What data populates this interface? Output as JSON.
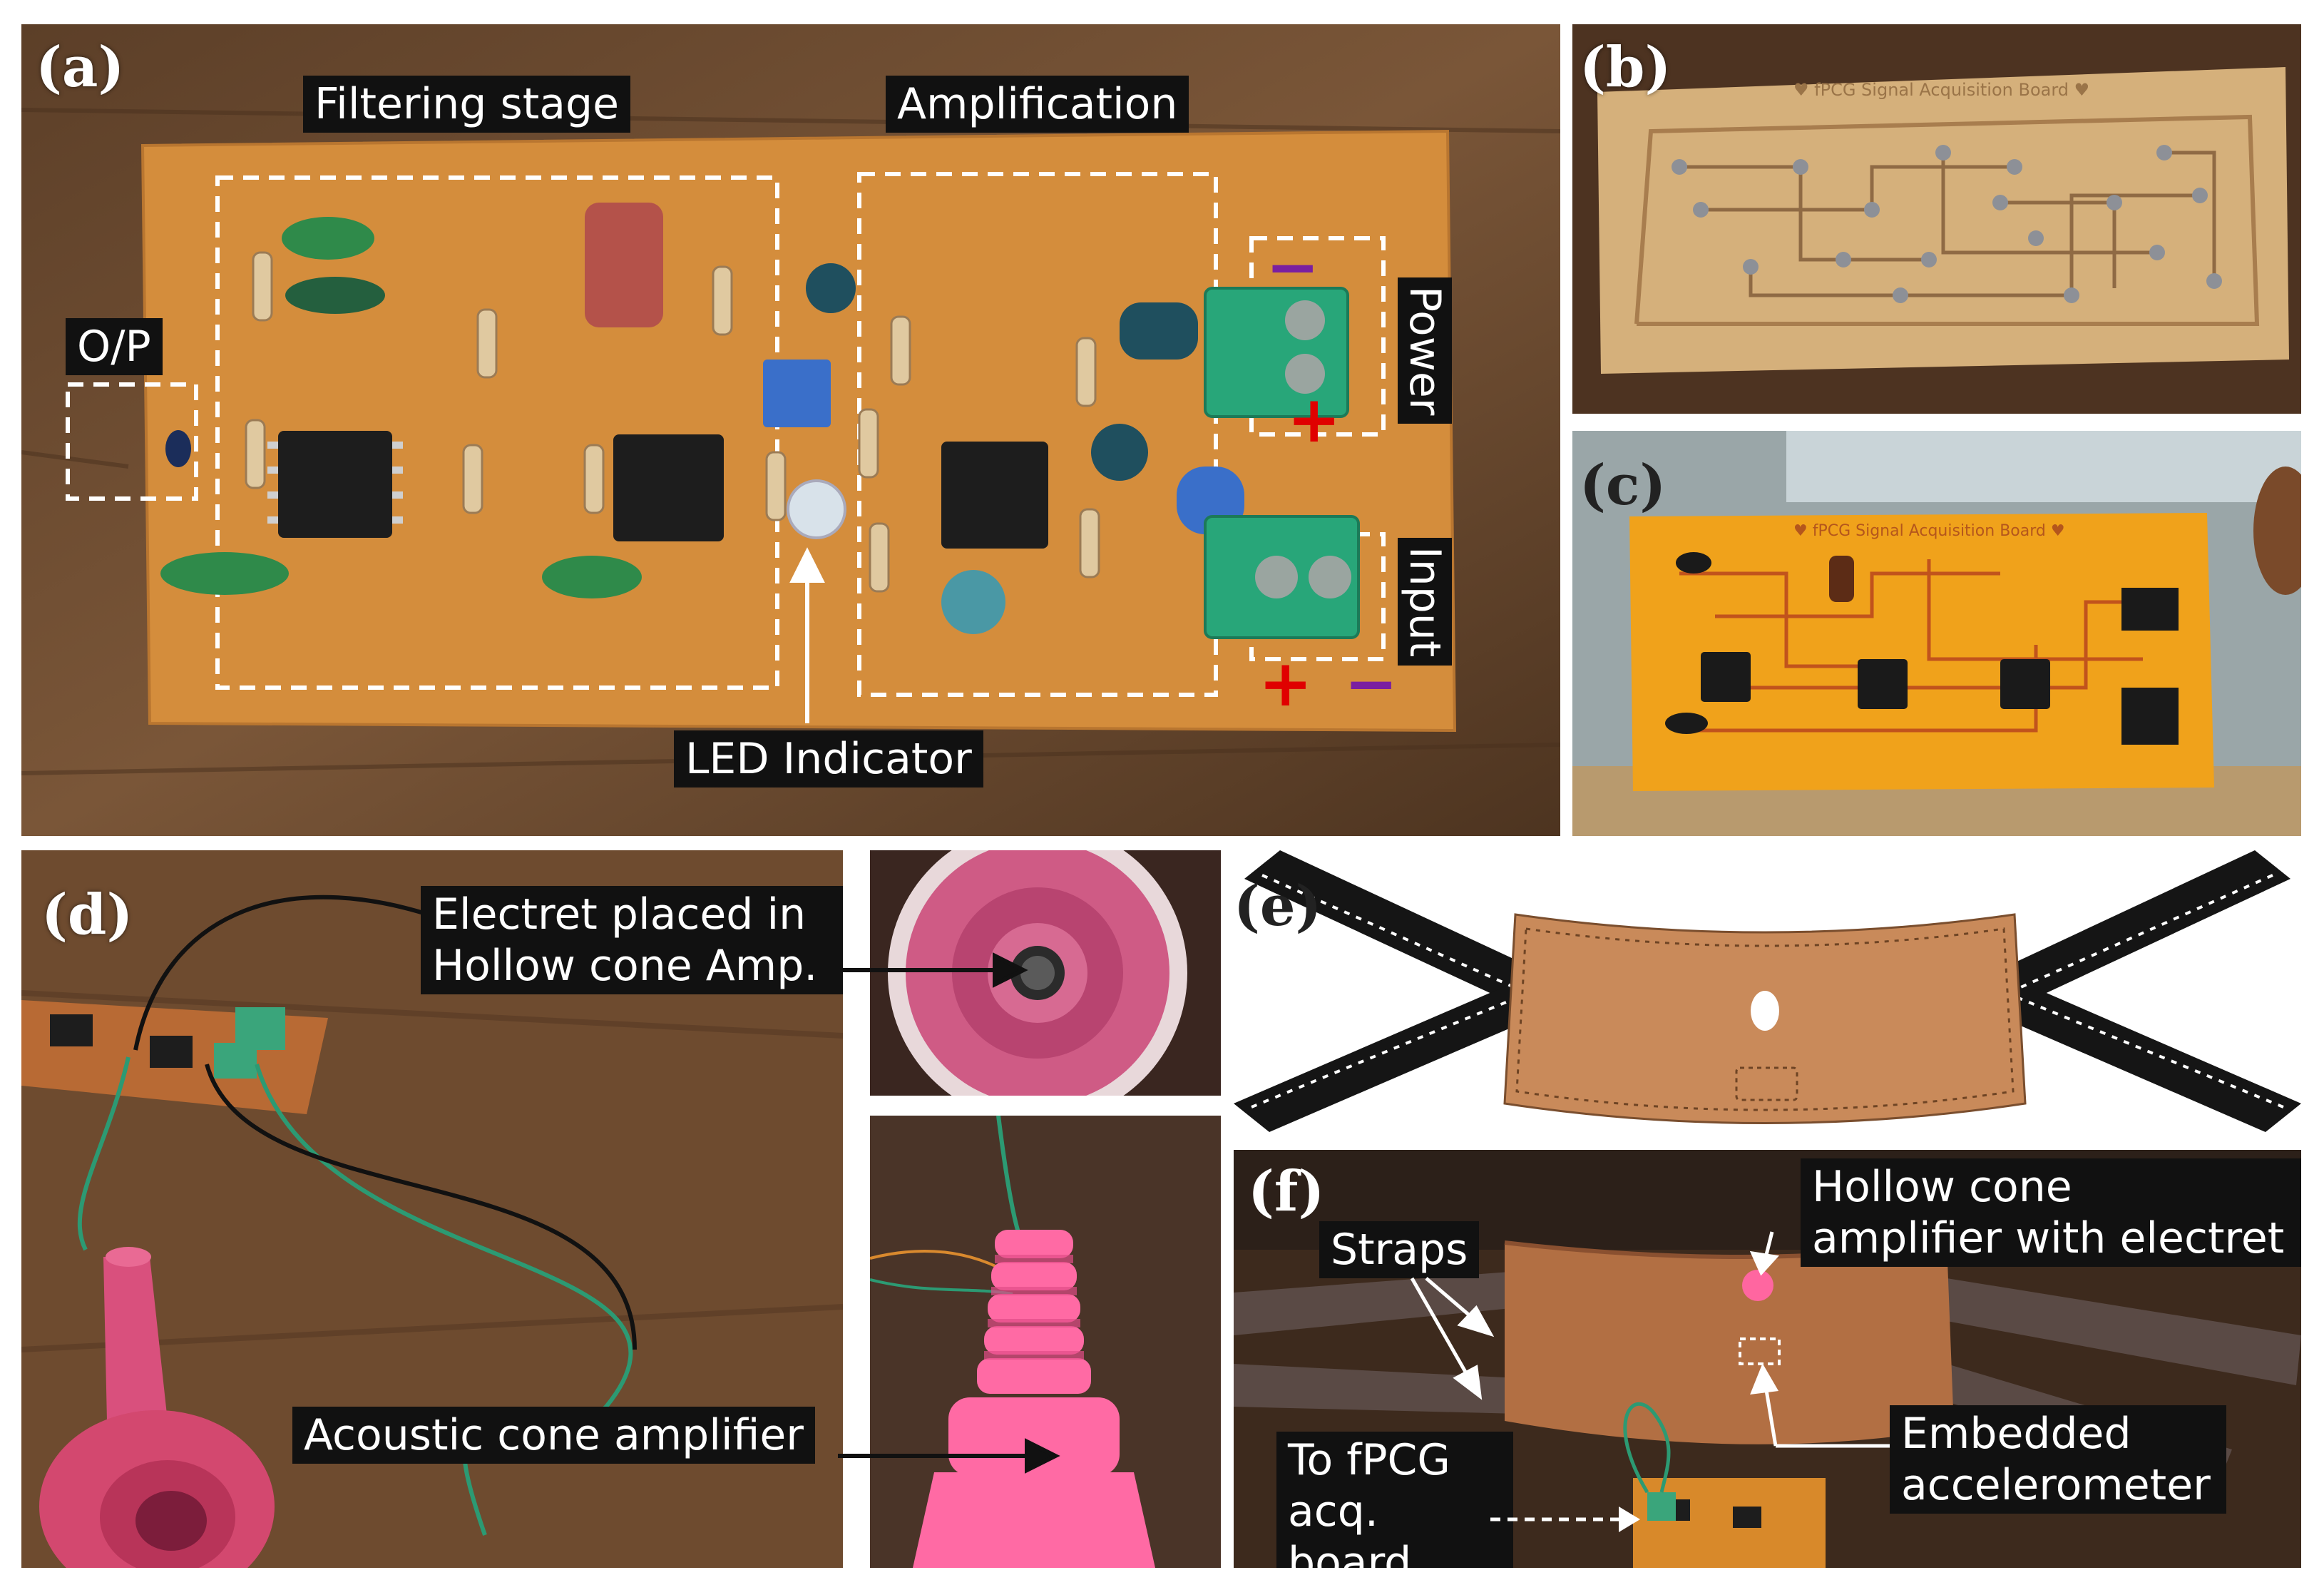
{
  "panels": {
    "a": {
      "label": "(a)"
    },
    "b": {
      "label": "(b)",
      "board_text": "♥ fPCG Signal Acquisition Board ♥"
    },
    "c": {
      "label": "(c)",
      "board_text": "♥ fPCG Signal Acquisition Board ♥"
    },
    "d": {
      "label": "(d)"
    },
    "e": {
      "label": "(e)"
    },
    "f": {
      "label": "(f)"
    }
  },
  "annotations_a": {
    "filtering": "Filtering stage",
    "amplification": "Amplification",
    "op": "O/P",
    "power": "Power",
    "input": "Input",
    "led": "LED Indicator",
    "plus": "+",
    "minus": "−"
  },
  "annotations_d": {
    "electret_line1": "Electret placed in",
    "electret_line2": "Hollow cone Amp.",
    "acoustic": "Acoustic cone amplifier"
  },
  "annotations_f": {
    "straps": "Straps",
    "hollow_line1": "Hollow cone",
    "hollow_line2": "amplifier with electret",
    "embedded_line1": "Embedded",
    "embedded_line2": "accelerometer",
    "tofpcg_line1": "To fPCG",
    "tofpcg_line2": "acq. board"
  },
  "colors": {
    "wood": "#6b4a30",
    "pcb": "#d18a35",
    "dashed_box": "#ffffff",
    "plus_red": "#e00000",
    "minus_purple": "#7a1fa0",
    "cone_pink": "#e65a8c",
    "belt_tan": "#c98a5a"
  }
}
